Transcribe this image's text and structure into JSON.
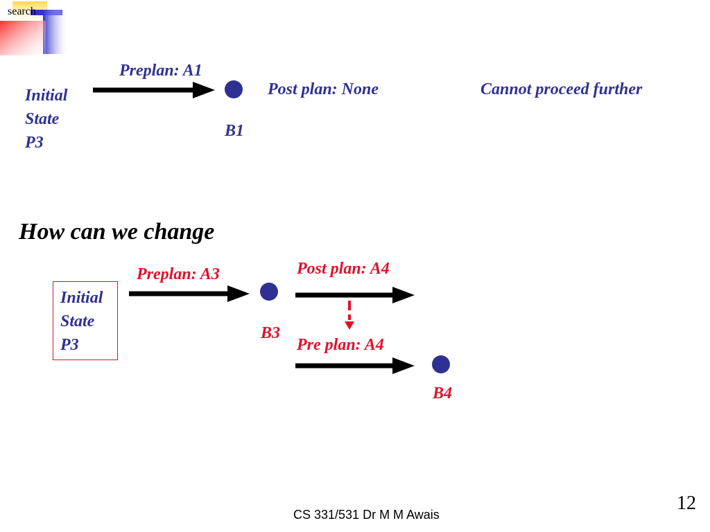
{
  "nav": {
    "search_label": "search"
  },
  "top_diagram": {
    "initial_state": [
      "Initial",
      "State",
      "P3"
    ],
    "arrow_label": "Preplan: A1",
    "node_label": "B1",
    "post_plan": "Post plan: None",
    "note": "Cannot proceed further"
  },
  "heading": "How can we change",
  "bottom_diagram": {
    "initial_state": [
      "Initial",
      "State",
      "P3"
    ],
    "arrow1_label": "Preplan: A3",
    "node1_label": "B3",
    "post_plan_label": "Post plan: A4",
    "pre_plan_label": "Pre plan: A4",
    "node2_label": "B4"
  },
  "footer": {
    "credit": "CS 331/531 Dr M M Awais",
    "page_number": "12"
  },
  "colors": {
    "blue": "#2e3192",
    "red": "#e0102a",
    "node": "#2e3192",
    "arrow": "#000000"
  }
}
